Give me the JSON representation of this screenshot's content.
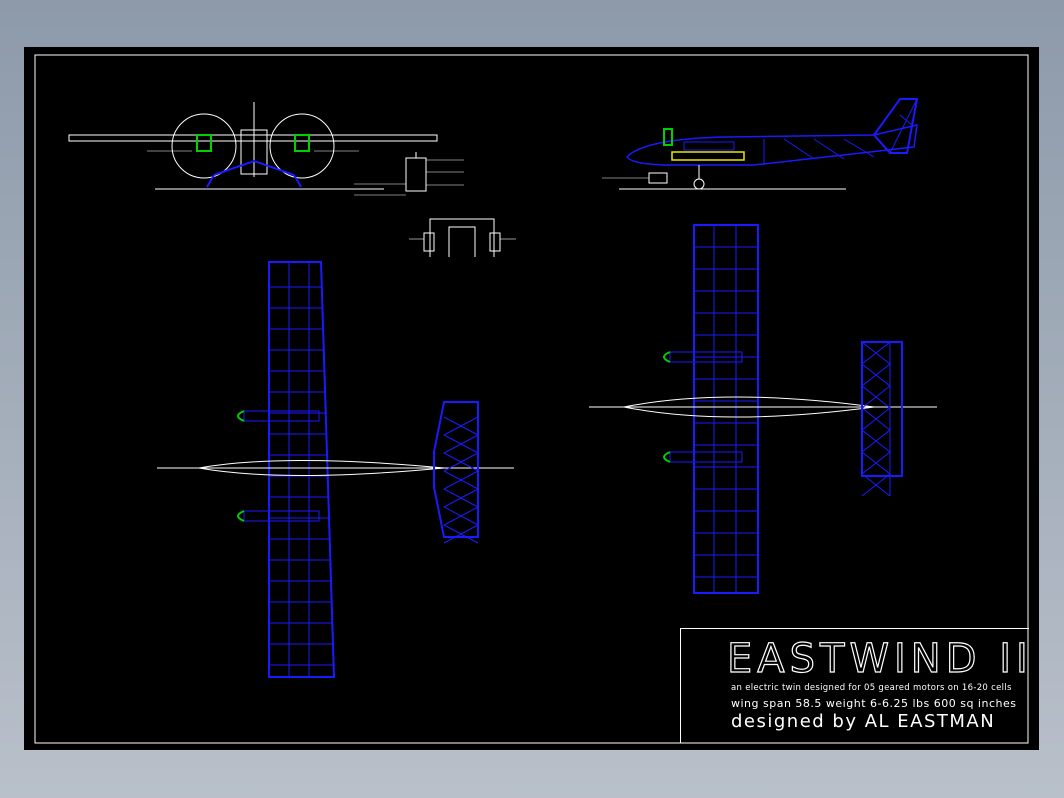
{
  "drawing": {
    "title": "EASTWIND II",
    "description": "an electric twin designed for 05 geared motors on 16-20 cells",
    "specs": "wing span 58.5 weight 6-6.25 lbs 600 sq inches",
    "designer": "designed by AL EASTMAN"
  },
  "colors": {
    "background": "#000000",
    "structure": "#1a1aff",
    "motor": "#00d000",
    "battery": "#e8e800",
    "outline": "#ffffff"
  }
}
